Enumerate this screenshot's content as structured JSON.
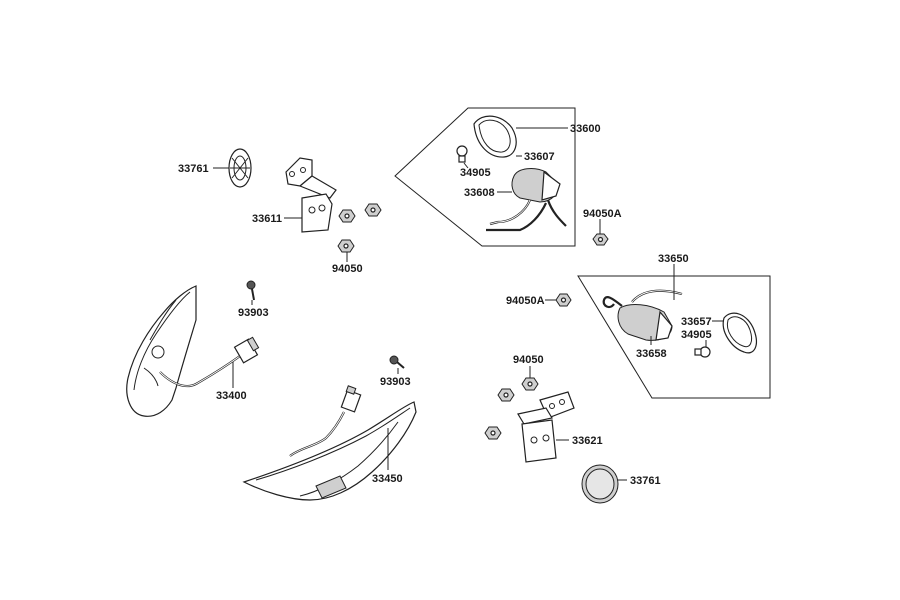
{
  "diagram": {
    "labels": {
      "l_33600": "33600",
      "l_33607": "33607",
      "l_34905_a": "34905",
      "l_33608": "33608",
      "l_94050A_a": "94050A",
      "l_33761_a": "33761",
      "l_33611": "33611",
      "l_94050_a": "94050",
      "l_33650": "33650",
      "l_94050A_b": "94050A",
      "l_33657": "33657",
      "l_34905_b": "34905",
      "l_33658": "33658",
      "l_93903_a": "93903",
      "l_33400": "33400",
      "l_93903_b": "93903",
      "l_94050_b": "94050",
      "l_33621": "33621",
      "l_33450": "33450",
      "l_33761_b": "33761"
    }
  }
}
